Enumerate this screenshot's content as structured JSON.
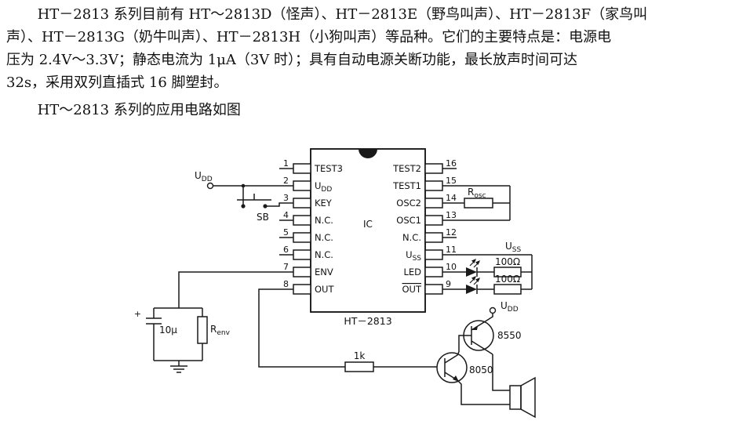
{
  "paragraph": {
    "lines": [
      "HT－2813 系列目前有 HT～2813D（怪声）、HT－2813E（野鸟叫声）、HT－2813F（家鸟叫",
      "声）、HT－2813G（奶牛叫声）、HT－2813H（小狗叫声）等品种。它们的主要特点是：电源电",
      "压为 2.4V～3.3V；静态电流为 1μA（3V 时）；具有自动电源关断功能，最长放声时间可达",
      "32s，采用双列直插式 16 脚塑封。"
    ],
    "caption": "HT～2813 系列的应用电路如图"
  },
  "ic": {
    "label": "IC",
    "part_number": "HT－2813",
    "left_pins": [
      {
        "num": "1",
        "label": "TEST3",
        "sub": ""
      },
      {
        "num": "2",
        "label": "U",
        "sub": "DD"
      },
      {
        "num": "3",
        "label": "KEY",
        "sub": ""
      },
      {
        "num": "4",
        "label": "N.C.",
        "sub": ""
      },
      {
        "num": "5",
        "label": "N.C.",
        "sub": ""
      },
      {
        "num": "6",
        "label": "N.C.",
        "sub": ""
      },
      {
        "num": "7",
        "label": "ENV",
        "sub": ""
      },
      {
        "num": "8",
        "label": "OUT",
        "sub": ""
      }
    ],
    "right_pins": [
      {
        "num": "16",
        "label": "TEST2",
        "sub": ""
      },
      {
        "num": "15",
        "label": "TEST1",
        "sub": ""
      },
      {
        "num": "14",
        "label": "OSC2",
        "sub": ""
      },
      {
        "num": "13",
        "label": "OSC1",
        "sub": ""
      },
      {
        "num": "12",
        "label": "N.C.",
        "sub": ""
      },
      {
        "num": "11",
        "label": "U",
        "sub": "SS"
      },
      {
        "num": "10",
        "label": "LED",
        "sub": ""
      },
      {
        "num": "9",
        "label": "OUT",
        "sub": ""
      }
    ]
  },
  "components": {
    "supply_left": {
      "base": "U",
      "sub": "DD"
    },
    "switch": "SB",
    "capacitor": "10μ",
    "cap_polarity": "+",
    "r_env": {
      "base": "R",
      "sub": "env"
    },
    "r_osc": {
      "base": "R",
      "sub": "osc"
    },
    "u_ss": {
      "base": "U",
      "sub": "SS"
    },
    "r_led1": "100Ω",
    "r_led2": "100Ω",
    "supply_right": {
      "base": "U",
      "sub": "DD"
    },
    "q_pnp": "8550",
    "q_npn": "8050",
    "r_base": "1k"
  }
}
